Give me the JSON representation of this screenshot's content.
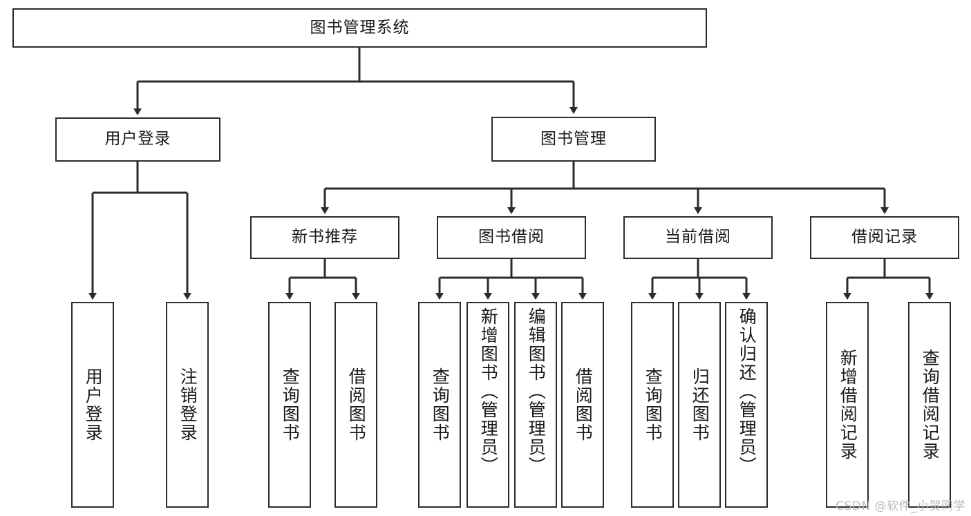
{
  "diagram": {
    "type": "tree-hierarchy-chart",
    "title": "图书管理系统",
    "root": {
      "id": "root",
      "label": "图书管理系统",
      "orientation": "horizontal"
    },
    "level2": [
      {
        "id": "user-login",
        "label": "用户登录",
        "orientation": "horizontal"
      },
      {
        "id": "book-manage",
        "label": "图书管理",
        "orientation": "horizontal"
      }
    ],
    "level3": [
      {
        "id": "new-book-recommend",
        "label": "新书推荐",
        "orientation": "horizontal",
        "parent": "book-manage"
      },
      {
        "id": "book-borrow",
        "label": "图书借阅",
        "orientation": "horizontal",
        "parent": "book-manage"
      },
      {
        "id": "current-borrow",
        "label": "当前借阅",
        "orientation": "horizontal",
        "parent": "book-manage"
      },
      {
        "id": "borrow-record",
        "label": "借阅记录",
        "orientation": "horizontal",
        "parent": "book-manage"
      }
    ],
    "leaves": [
      {
        "id": "leaf-user-login",
        "label": "用户登录",
        "parent": "user-login",
        "orientation": "vertical"
      },
      {
        "id": "leaf-logout-login",
        "label": "注销登录",
        "parent": "user-login",
        "orientation": "vertical"
      },
      {
        "id": "leaf-query-book-1",
        "label": "查询图书",
        "parent": "new-book-recommend",
        "orientation": "vertical"
      },
      {
        "id": "leaf-borrow-book-1",
        "label": "借阅图书",
        "parent": "new-book-recommend",
        "orientation": "vertical"
      },
      {
        "id": "leaf-query-book-2",
        "label": "查询图书",
        "parent": "book-borrow",
        "orientation": "vertical"
      },
      {
        "id": "leaf-add-book",
        "label": "新增图书（管理员）",
        "parent": "book-borrow",
        "orientation": "vertical"
      },
      {
        "id": "leaf-edit-book",
        "label": "编辑图书（管理员）",
        "parent": "book-borrow",
        "orientation": "vertical"
      },
      {
        "id": "leaf-borrow-book-2",
        "label": "借阅图书",
        "parent": "book-borrow",
        "orientation": "vertical"
      },
      {
        "id": "leaf-query-book-3",
        "label": "查询图书",
        "parent": "current-borrow",
        "orientation": "vertical"
      },
      {
        "id": "leaf-return-book",
        "label": "归还图书",
        "parent": "current-borrow",
        "orientation": "vertical"
      },
      {
        "id": "leaf-confirm-return",
        "label": "确认归还（管理员）",
        "parent": "current-borrow",
        "orientation": "vertical"
      },
      {
        "id": "leaf-add-record",
        "label": "新增借阅记录",
        "parent": "borrow-record",
        "orientation": "vertical"
      },
      {
        "id": "leaf-query-record",
        "label": "查询借阅记录",
        "parent": "borrow-record",
        "orientation": "vertical"
      }
    ],
    "colors": {
      "box_border": "#2b2b2b",
      "box_fill": "#ffffff",
      "edge": "#2b2b2b",
      "text": "#1a1a1a",
      "background": "#ffffff",
      "watermark": "#b9b9b9"
    }
  },
  "watermark": {
    "text": "CSDN @软件_小贺同学"
  }
}
